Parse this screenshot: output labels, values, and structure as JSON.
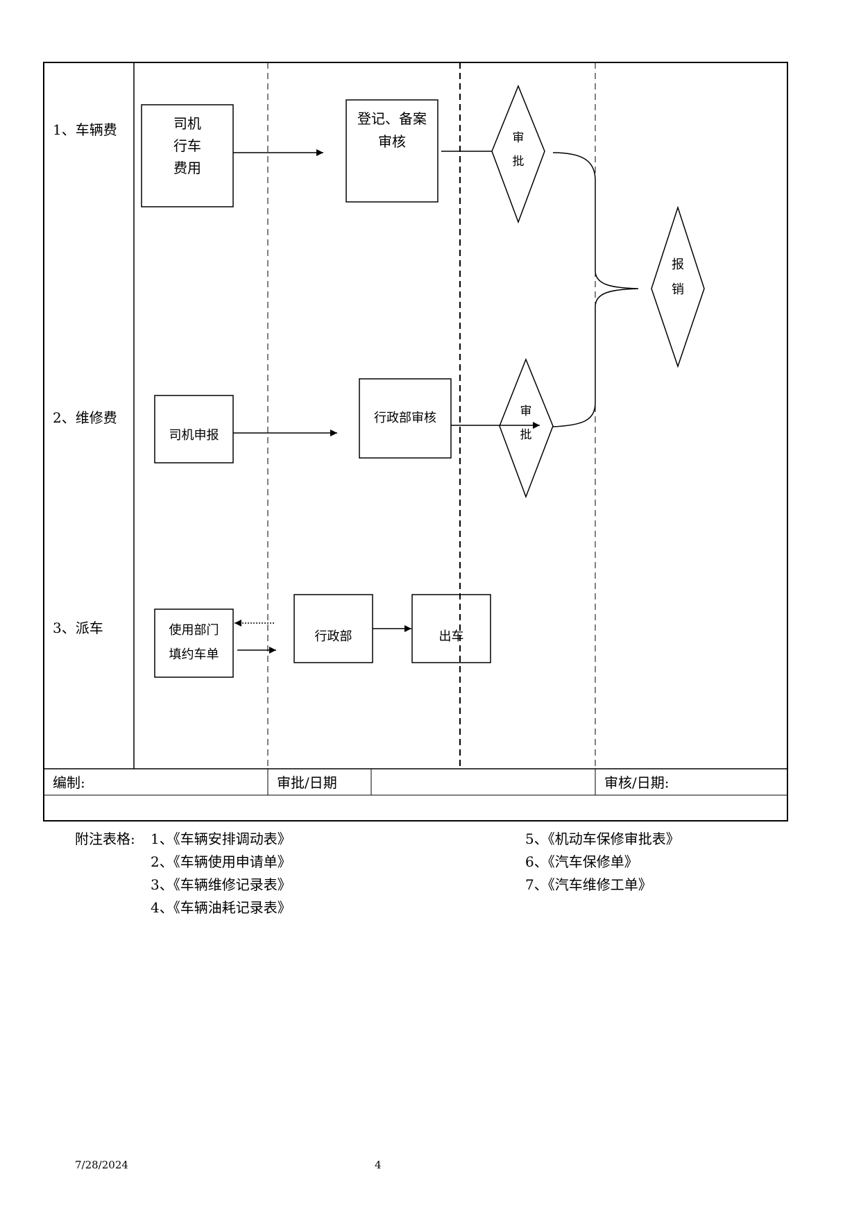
{
  "rows": [
    {
      "label": "1、车辆费"
    },
    {
      "label": "2、维修费"
    },
    {
      "label": "3、派车"
    }
  ],
  "nodes": {
    "driver_fee": [
      "司机",
      "行车",
      "费用"
    ],
    "register": [
      "登记、备案",
      "审核"
    ],
    "approve1": [
      "审",
      "批"
    ],
    "reimburse": [
      "报",
      "销"
    ],
    "driver_report": "司机申报",
    "admin_review": "行政部审核",
    "approve2": [
      "审",
      "批"
    ],
    "dept_form": [
      "使用部门",
      "填约车单"
    ],
    "admin": "行政部",
    "dispatch": "出车"
  },
  "footer_row": {
    "compiled": "编制:",
    "approved_date": "审批/日期",
    "reviewed_date": "审核/日期:"
  },
  "appendix": {
    "heading": "附注表格:",
    "items": [
      "1、《车辆安排调动表》",
      "2、《车辆使用申请单》",
      "3、《车辆维修记录表》",
      "4、《车辆油耗记录表》",
      "5、《机动车保修审批表》",
      "6、《汽车保修单》",
      "7、《汽车维修工单》"
    ]
  },
  "page_footer": {
    "date": "7/28/2024",
    "page": "4"
  }
}
